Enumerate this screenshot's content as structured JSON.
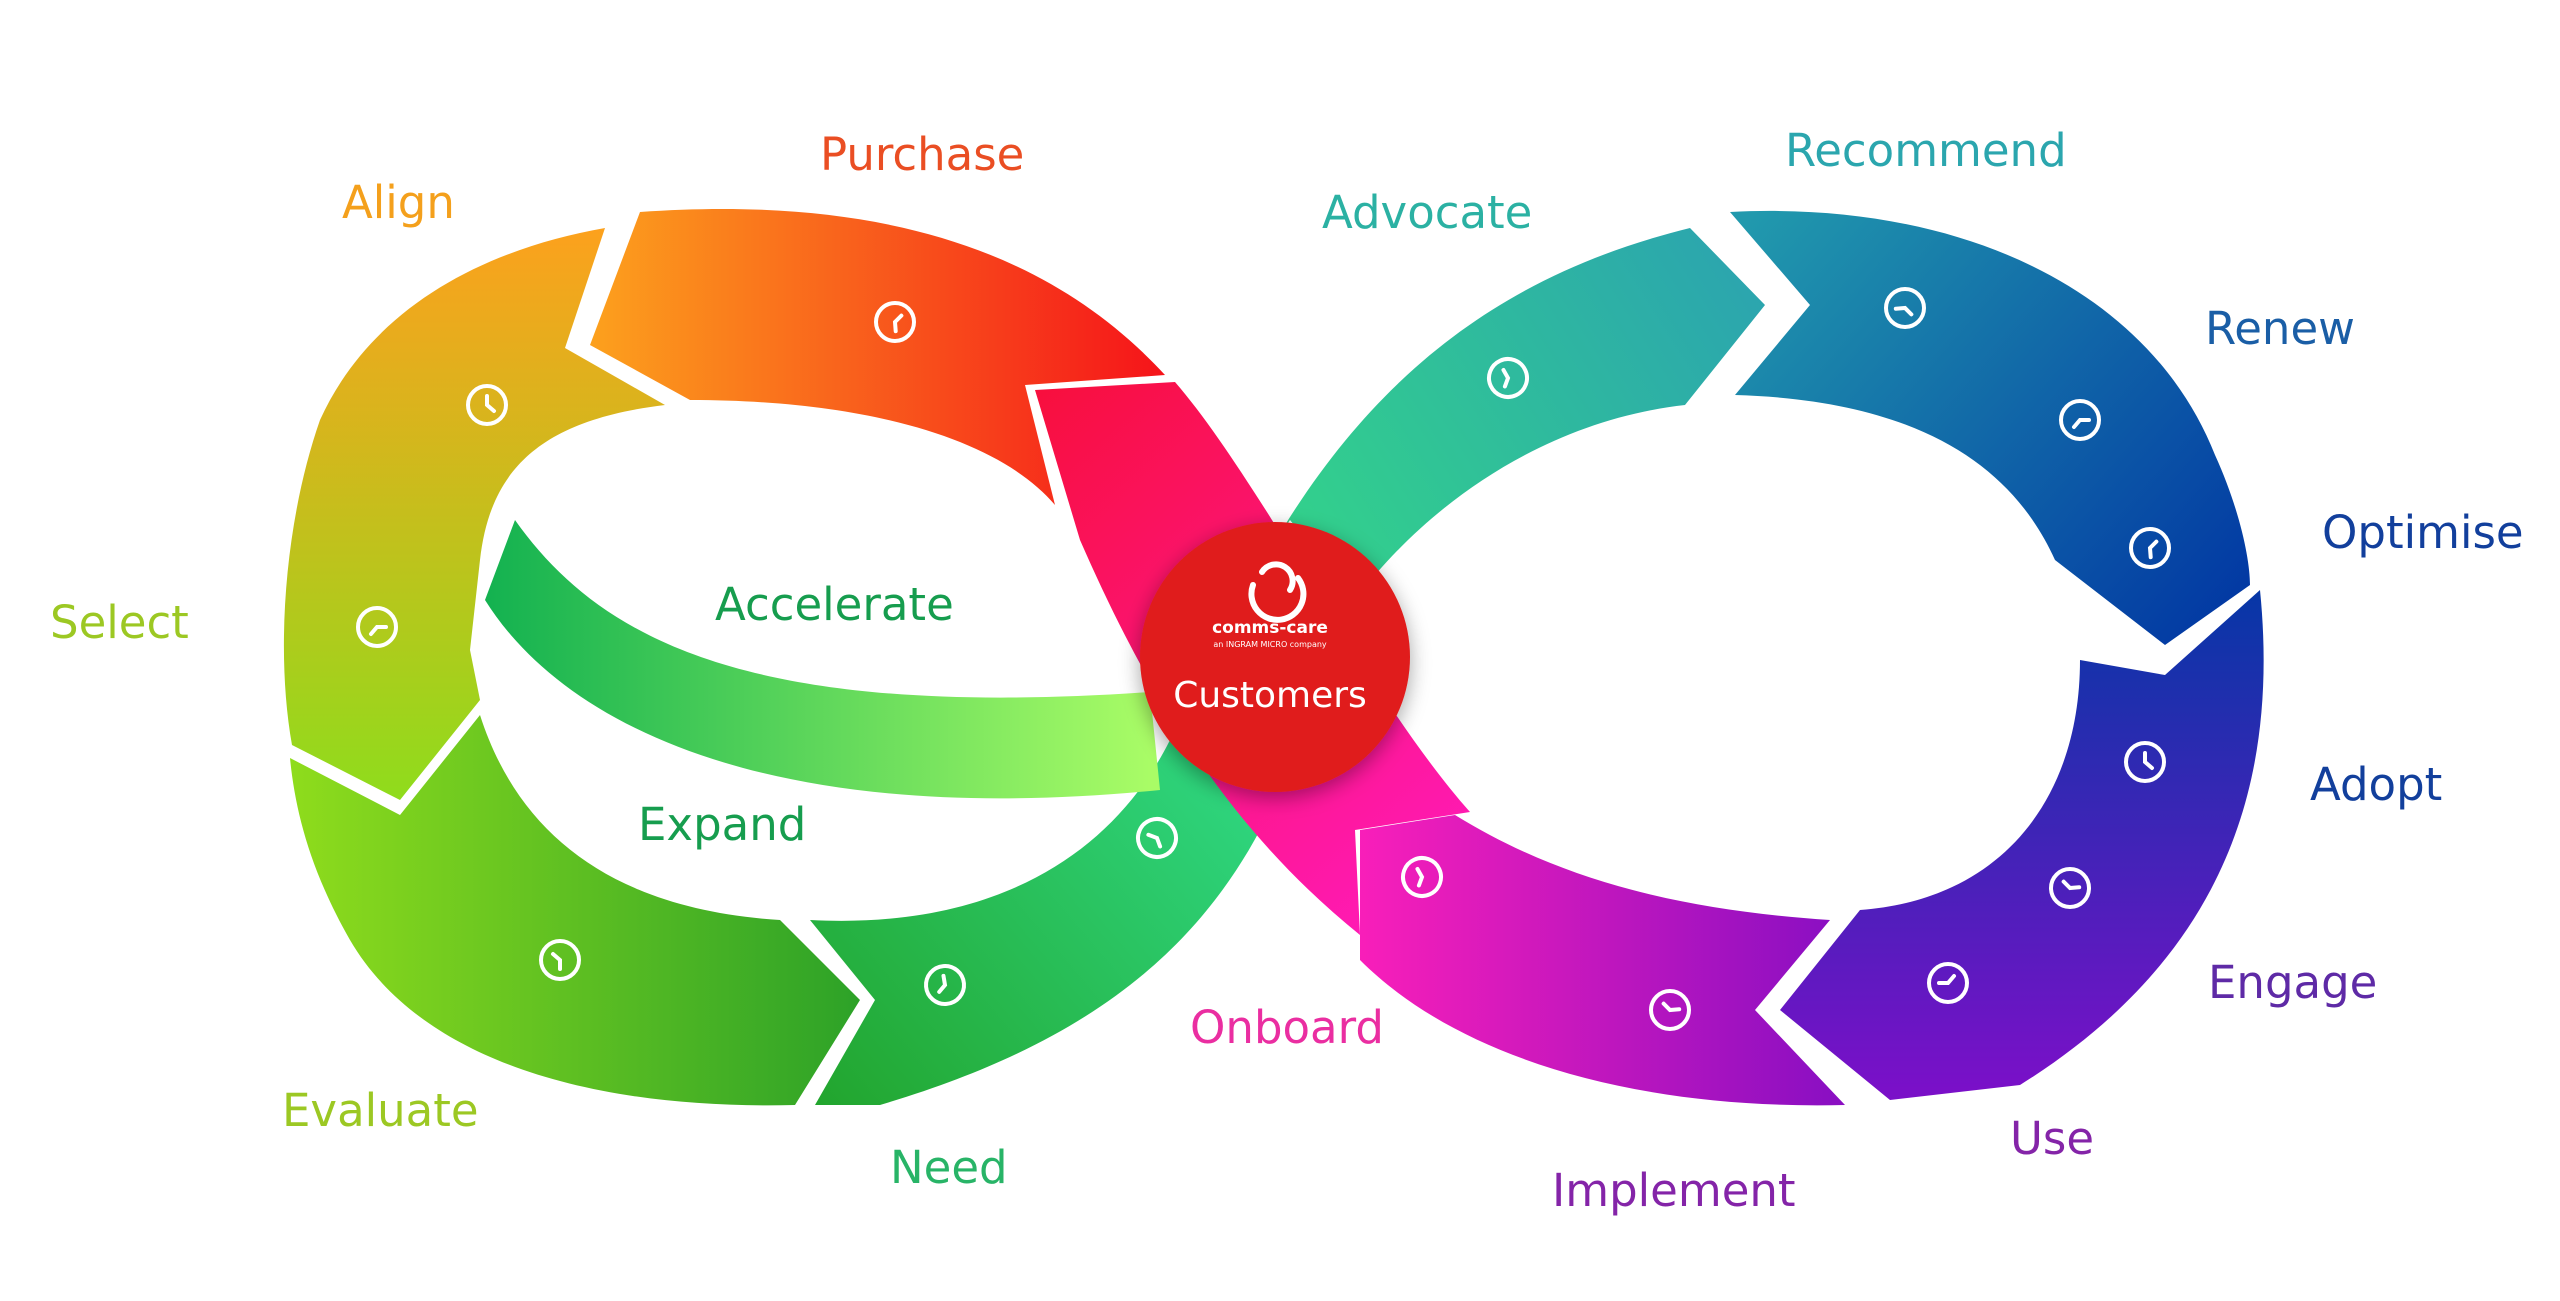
{
  "hub": {
    "label": "Customers",
    "brand": "comms-care",
    "brand_sub": "an INGRAM MICRO company"
  },
  "stages": [
    {
      "id": "purchase",
      "label": "Purchase",
      "color": "#ea4e23"
    },
    {
      "id": "align",
      "label": "Align",
      "color": "#f4a01c"
    },
    {
      "id": "select",
      "label": "Select",
      "color": "#9cc823"
    },
    {
      "id": "evaluate",
      "label": "Evaluate",
      "color": "#9cc823"
    },
    {
      "id": "need",
      "label": "Need",
      "color": "#28b467"
    },
    {
      "id": "expand",
      "label": "Expand",
      "color": "#169d4e"
    },
    {
      "id": "accelerate",
      "label": "Accelerate",
      "color": "#169d4e"
    },
    {
      "id": "advocate",
      "label": "Advocate",
      "color": "#2bb1a3"
    },
    {
      "id": "recommend",
      "label": "Recommend",
      "color": "#2ba6ae"
    },
    {
      "id": "renew",
      "label": "Renew",
      "color": "#1a5ea6"
    },
    {
      "id": "optimise",
      "label": "Optimise",
      "color": "#123f9c"
    },
    {
      "id": "adopt",
      "label": "Adopt",
      "color": "#123f9c"
    },
    {
      "id": "engage",
      "label": "Engage",
      "color": "#5e2aa6"
    },
    {
      "id": "use",
      "label": "Use",
      "color": "#8424a8"
    },
    {
      "id": "implement",
      "label": "Implement",
      "color": "#8424a8"
    },
    {
      "id": "onboard",
      "label": "Onboard",
      "color": "#ea2ea1"
    }
  ],
  "colors": {
    "hub": "#e01e1c"
  }
}
